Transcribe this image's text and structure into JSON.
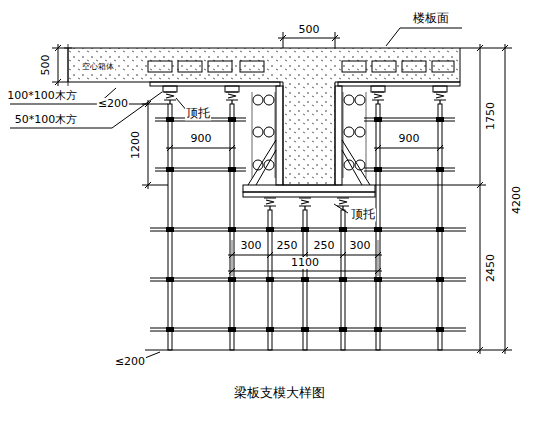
{
  "diagram": {
    "caption": "梁板支模大样图",
    "labels": [
      "500",
      "楼板面",
      "500",
      "空心箱体",
      "100*100木方",
      "≤200",
      "50*100木方",
      "顶托",
      "1200",
      "900",
      "1750",
      "900",
      "4200",
      "2450",
      "顶托",
      "300",
      "250",
      "250",
      "300",
      "1100",
      "≤200"
    ]
  }
}
